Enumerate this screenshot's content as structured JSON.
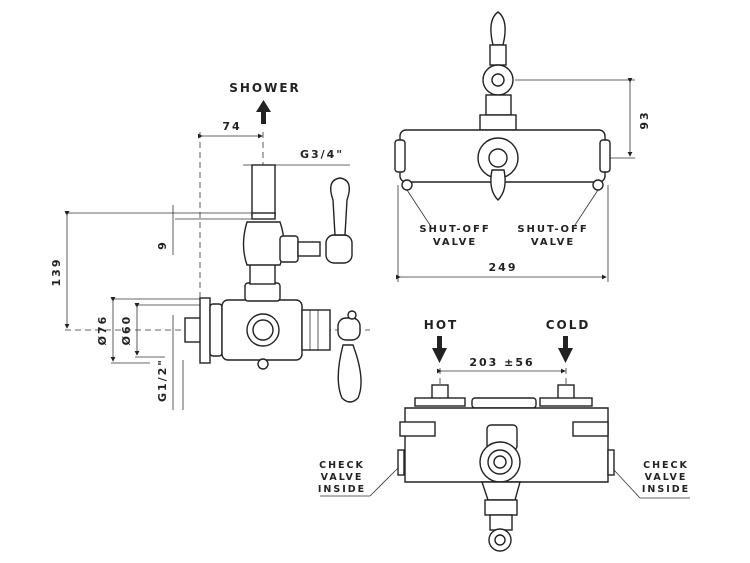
{
  "side_view": {
    "outlet_label": "SHOWER",
    "dim_offset": "74",
    "dim_outlet_thread": "G3/4\"",
    "dim_9": "9",
    "dim_height": "139",
    "dim_d76": "Ø76",
    "dim_d60": "Ø60",
    "dim_inlet_thread": "G1/2\""
  },
  "top_view": {
    "dim_93": "93",
    "shutoff_left": [
      "SHUT-OFF",
      "VALVE"
    ],
    "shutoff_right": [
      "SHUT-OFF",
      "VALVE"
    ],
    "dim_width": "249"
  },
  "front_view": {
    "hot_label": "HOT",
    "cold_label": "COLD",
    "dim_centers": "203 ±56",
    "check_left": [
      "CHECK",
      "VALVE",
      "INSIDE"
    ],
    "check_right": [
      "CHECK",
      "VALVE",
      "INSIDE"
    ]
  }
}
